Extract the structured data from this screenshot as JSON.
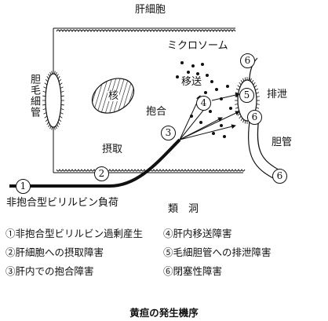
{
  "labels": {
    "hepatocyte": "肝細胞",
    "microsome": "ミクロソーム",
    "bile_canaliculus": "胆毛細管",
    "nucleus": "核",
    "transport": "移送",
    "conjugation": "抱合",
    "uptake": "摂取",
    "excretion": "排泄",
    "bile_duct": "胆管",
    "sinusoid": "類　洞",
    "bilirubin_load": "非抱合型ビリルビン負荷"
  },
  "markers": {
    "m1": "1",
    "m2": "2",
    "m3": "3",
    "m4": "4",
    "m5": "5",
    "m6a": "6",
    "m6b": "6",
    "m6c": "6"
  },
  "legend": {
    "item1": "①非抱合型ビリルビン過剰産生",
    "item2": "②肝細胞への摂取障害",
    "item3": "③肝内での抱合障害",
    "item4": "④肝内移送障害",
    "item5": "⑤毛細胆管への排泄障害",
    "item6": "⑥閉塞性障害"
  },
  "caption": "黄疸の発生機序"
}
